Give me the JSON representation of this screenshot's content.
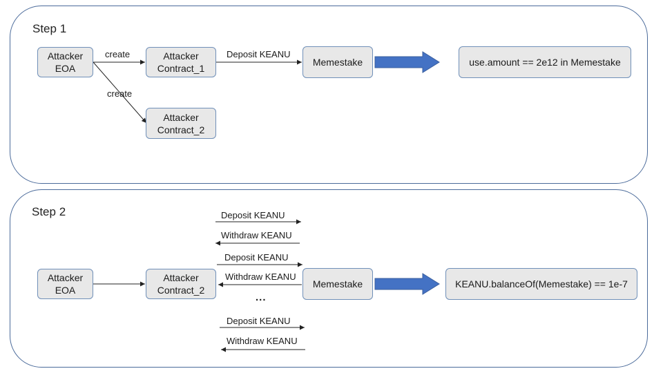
{
  "step1": {
    "title": "Step 1",
    "nodes": {
      "attacker_eoa": "Attacker\nEOA",
      "contract_1": "Attacker\nContract_1",
      "contract_2": "Attacker\nContract_2",
      "memestake": "Memestake",
      "result": "use.amount == 2e12 in Memestake"
    },
    "edges": {
      "create_1": "create",
      "create_2": "create",
      "deposit": "Deposit KEANU"
    }
  },
  "step2": {
    "title": "Step 2",
    "nodes": {
      "attacker_eoa": "Attacker\nEOA",
      "contract_2": "Attacker\nContract_2",
      "memestake": "Memestake",
      "result": "KEANU.balanceOf(Memestake) == 1e-7"
    },
    "edges": {
      "deposit_1": "Deposit KEANU",
      "withdraw_1": "Withdraw KEANU",
      "deposit_2": "Deposit KEANU",
      "withdraw_2": "Withdraw KEANU",
      "ellipsis": "...",
      "deposit_3": "Deposit KEANU",
      "withdraw_3": "Withdraw KEANU"
    }
  },
  "colors": {
    "node_fill": "#e8e8e8",
    "node_border": "#6f8fb8",
    "panel_border": "#4a6a9a",
    "big_arrow": "#4472c4"
  }
}
